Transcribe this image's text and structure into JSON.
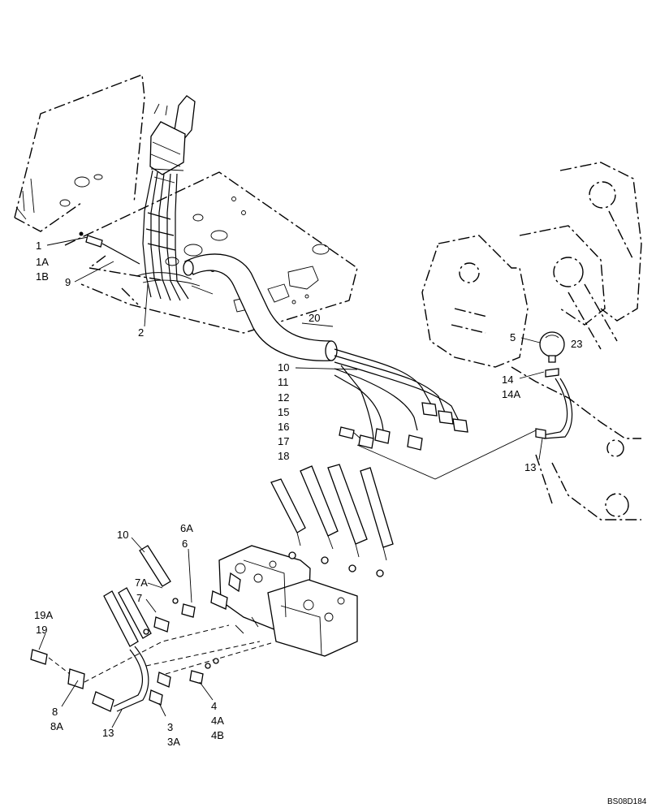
{
  "callouts": {
    "c1": "1",
    "c1A": "1A",
    "c1B": "1B",
    "c9": "9",
    "c2": "2",
    "c20": "20",
    "c10a": "10",
    "c11": "11",
    "c12": "12",
    "c15": "15",
    "c16": "16",
    "c17": "17",
    "c18": "18",
    "c5": "5",
    "c23": "23",
    "c14": "14",
    "c14A": "14A",
    "c13a": "13",
    "c10b": "10",
    "c6A": "6A",
    "c6": "6",
    "c7A": "7A",
    "c7": "7",
    "c19A": "19A",
    "c19": "19",
    "c8": "8",
    "c8A": "8A",
    "c13b": "13",
    "c3": "3",
    "c3A": "3A",
    "c4": "4",
    "c4A": "4A",
    "c4B": "4B"
  },
  "drawing_code": "BS08D184"
}
